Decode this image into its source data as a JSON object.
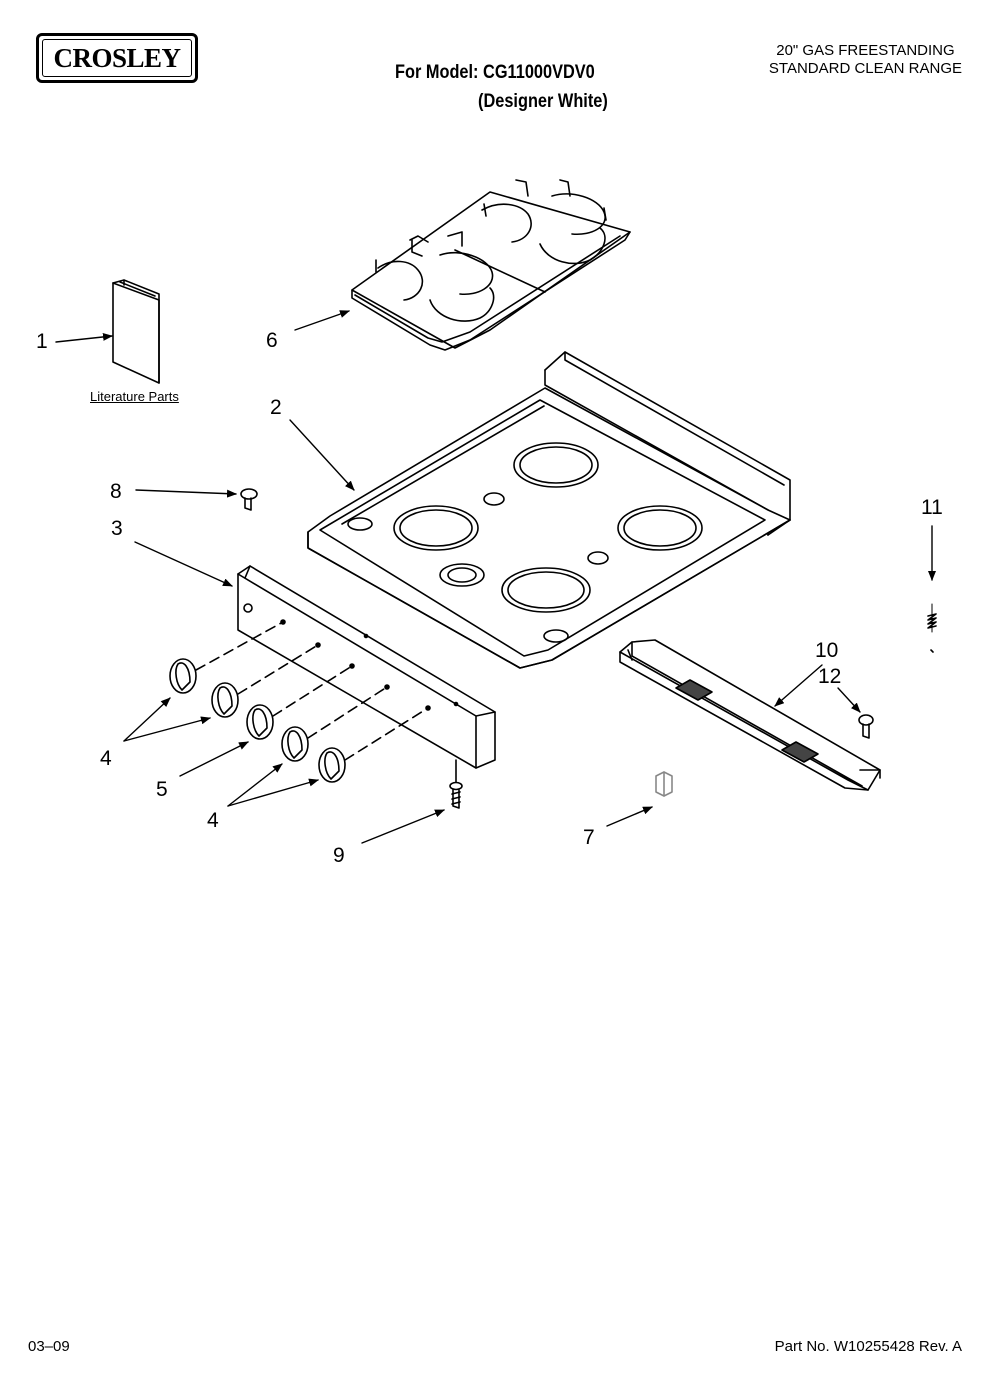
{
  "brand": {
    "logo_text": "CROSLEY"
  },
  "header": {
    "model_line": "For Model: CG11000VDV0",
    "finish_line": "(Designer White)",
    "product_line1": "20\" GAS FREESTANDING",
    "product_line2": "STANDARD CLEAN RANGE"
  },
  "diagram": {
    "literature_label": "Literature Parts",
    "callouts": [
      "1",
      "2",
      "3",
      "4",
      "4",
      "5",
      "6",
      "7",
      "8",
      "9",
      "10",
      "11",
      "12"
    ]
  },
  "footer": {
    "date_code": "03–09",
    "part_number": "Part No. W10255428 Rev. A"
  }
}
